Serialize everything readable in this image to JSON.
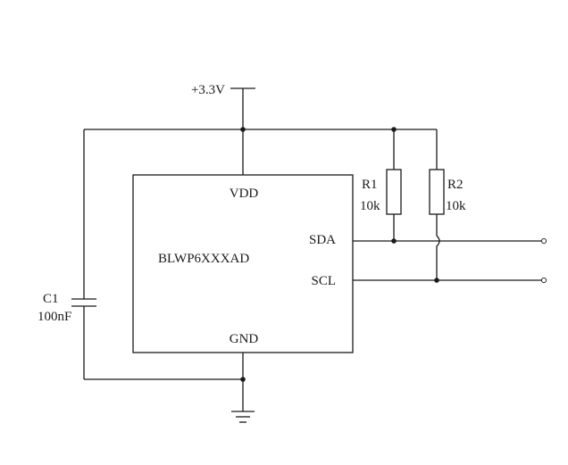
{
  "power": {
    "label": "+3.3V"
  },
  "chip": {
    "name": "BLWP6XXXAD",
    "pins": {
      "vdd": "VDD",
      "sda": "SDA",
      "scl": "SCL",
      "gnd": "GND"
    }
  },
  "resistors": [
    {
      "ref": "R1",
      "value": "10k"
    },
    {
      "ref": "R2",
      "value": "10k"
    }
  ],
  "capacitor": {
    "ref": "C1",
    "value": "100nF"
  },
  "colors": {
    "line": "#1a1a1a",
    "background": "#ffffff"
  }
}
